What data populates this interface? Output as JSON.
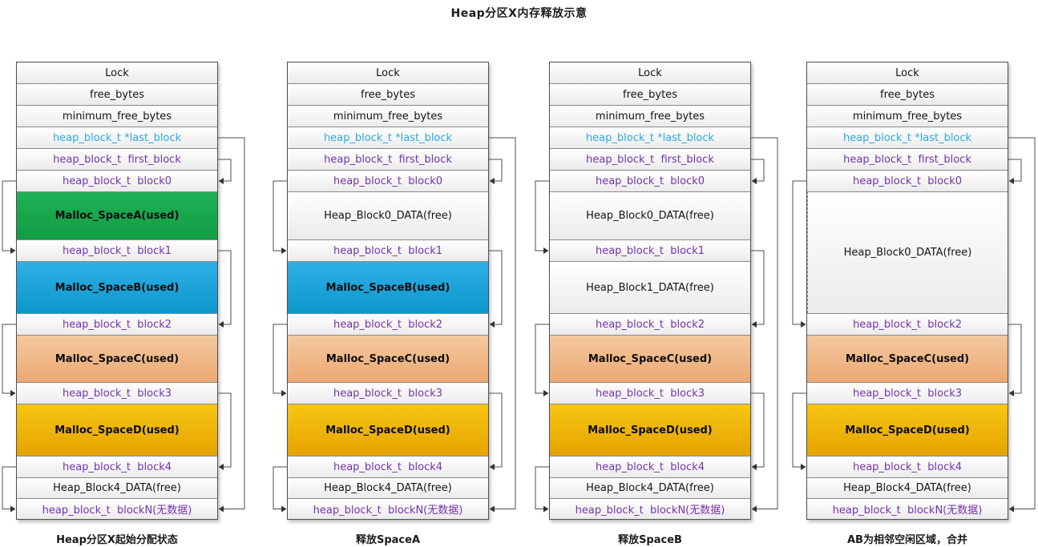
{
  "title": "Heap分区X内存释放示意",
  "colors": {
    "used_green": "#17A84E",
    "used_blue": "#1B9FD6",
    "used_tan": "#EFB184",
    "used_gold": "#EFB000",
    "pointer_purple": "#7533AD",
    "pointer_cyan": "#29ABE2",
    "arrow_gray": "#4d4d4d"
  },
  "columns": [
    {
      "caption": "Heap分区X起始分配状态",
      "rows": [
        {
          "label": "Lock",
          "style": "plain",
          "h": 26
        },
        {
          "label": "free_bytes",
          "style": "plain",
          "h": 26
        },
        {
          "label": "minimum_free_bytes",
          "style": "plain",
          "h": 26
        },
        {
          "label": "heap_block_t *last_block",
          "style": "cyan",
          "h": 26
        },
        {
          "label": "heap_block_t  first_block",
          "style": "purple",
          "h": 26
        },
        {
          "label": "heap_block_t  block0",
          "style": "purple",
          "h": 26
        },
        {
          "label": "Malloc_SpaceA(used)",
          "style": "green",
          "h": 59
        },
        {
          "label": "heap_block_t  block1",
          "style": "purple",
          "h": 26
        },
        {
          "label": "Malloc_SpaceB(used)",
          "style": "blue",
          "h": 64
        },
        {
          "label": "heap_block_t  block2",
          "style": "purple",
          "h": 26
        },
        {
          "label": "Malloc_SpaceC(used)",
          "style": "tan",
          "h": 58
        },
        {
          "label": "heap_block_t  block3",
          "style": "purple",
          "h": 26
        },
        {
          "label": "Malloc_SpaceD(used)",
          "style": "gold",
          "h": 64
        },
        {
          "label": "heap_block_t  block4",
          "style": "purple",
          "h": 26
        },
        {
          "label": "Heap_Block4_DATA(free)",
          "style": "free",
          "h": 25
        },
        {
          "label": "heap_block_t  blockN(无数据)",
          "style": "purple",
          "h": 25
        }
      ],
      "links": [
        {
          "from": 4,
          "to": 5,
          "side": "right",
          "off": 16
        },
        {
          "from": 5,
          "to": 7,
          "side": "left",
          "off": 17
        },
        {
          "from": 7,
          "to": 9,
          "side": "right",
          "off": 16
        },
        {
          "from": 9,
          "to": 11,
          "side": "left",
          "off": 17
        },
        {
          "from": 11,
          "to": 13,
          "side": "right",
          "off": 16
        },
        {
          "from": 13,
          "to": 15,
          "side": "left",
          "off": 17
        },
        {
          "from": 3,
          "to": 15,
          "side": "right",
          "off": 33
        }
      ]
    },
    {
      "caption": "释放SpaceA",
      "rows": [
        {
          "label": "Lock",
          "style": "plain",
          "h": 26
        },
        {
          "label": "free_bytes",
          "style": "plain",
          "h": 26
        },
        {
          "label": "minimum_free_bytes",
          "style": "plain",
          "h": 26
        },
        {
          "label": "heap_block_t *last_block",
          "style": "cyan",
          "h": 26
        },
        {
          "label": "heap_block_t  first_block",
          "style": "purple",
          "h": 26
        },
        {
          "label": "heap_block_t  block0",
          "style": "purple",
          "h": 26
        },
        {
          "label": "Heap_Block0_DATA(free)",
          "style": "free",
          "h": 59
        },
        {
          "label": "heap_block_t  block1",
          "style": "purple",
          "h": 26
        },
        {
          "label": "Malloc_SpaceB(used)",
          "style": "blue",
          "h": 64
        },
        {
          "label": "heap_block_t  block2",
          "style": "purple",
          "h": 26
        },
        {
          "label": "Malloc_SpaceC(used)",
          "style": "tan",
          "h": 58
        },
        {
          "label": "heap_block_t  block3",
          "style": "purple",
          "h": 26
        },
        {
          "label": "Malloc_SpaceD(used)",
          "style": "gold",
          "h": 64
        },
        {
          "label": "heap_block_t  block4",
          "style": "purple",
          "h": 26
        },
        {
          "label": "Heap_Block4_DATA(free)",
          "style": "free",
          "h": 25
        },
        {
          "label": "heap_block_t  blockN(无数据)",
          "style": "purple",
          "h": 25
        }
      ],
      "links": [
        {
          "from": 4,
          "to": 5,
          "side": "right",
          "off": 16
        },
        {
          "from": 5,
          "to": 7,
          "side": "left",
          "off": 17
        },
        {
          "from": 7,
          "to": 9,
          "side": "right",
          "off": 16
        },
        {
          "from": 9,
          "to": 11,
          "side": "left",
          "off": 17
        },
        {
          "from": 11,
          "to": 13,
          "side": "right",
          "off": 16
        },
        {
          "from": 13,
          "to": 15,
          "side": "left",
          "off": 17
        },
        {
          "from": 3,
          "to": 15,
          "side": "right",
          "off": 33
        }
      ]
    },
    {
      "caption": "释放SpaceB",
      "rows": [
        {
          "label": "Lock",
          "style": "plain",
          "h": 26
        },
        {
          "label": "free_bytes",
          "style": "plain",
          "h": 26
        },
        {
          "label": "minimum_free_bytes",
          "style": "plain",
          "h": 26
        },
        {
          "label": "heap_block_t *last_block",
          "style": "cyan",
          "h": 26
        },
        {
          "label": "heap_block_t  first_block",
          "style": "purple",
          "h": 26
        },
        {
          "label": "heap_block_t  block0",
          "style": "purple",
          "h": 26
        },
        {
          "label": "Heap_Block0_DATA(free)",
          "style": "free",
          "h": 59
        },
        {
          "label": "heap_block_t  block1",
          "style": "purple",
          "h": 26
        },
        {
          "label": "Heap_Block1_DATA(free)",
          "style": "free",
          "h": 64
        },
        {
          "label": "heap_block_t  block2",
          "style": "purple",
          "h": 26
        },
        {
          "label": "Malloc_SpaceC(used)",
          "style": "tan",
          "h": 58
        },
        {
          "label": "heap_block_t  block3",
          "style": "purple",
          "h": 26
        },
        {
          "label": "Malloc_SpaceD(used)",
          "style": "gold",
          "h": 64
        },
        {
          "label": "heap_block_t  block4",
          "style": "purple",
          "h": 26
        },
        {
          "label": "Heap_Block4_DATA(free)",
          "style": "free",
          "h": 25
        },
        {
          "label": "heap_block_t  blockN(无数据)",
          "style": "purple",
          "h": 25
        }
      ],
      "links": [
        {
          "from": 4,
          "to": 5,
          "side": "right",
          "off": 16
        },
        {
          "from": 5,
          "to": 7,
          "side": "left",
          "off": 17
        },
        {
          "from": 7,
          "to": 9,
          "side": "right",
          "off": 16
        },
        {
          "from": 9,
          "to": 11,
          "side": "left",
          "off": 17
        },
        {
          "from": 11,
          "to": 13,
          "side": "right",
          "off": 16
        },
        {
          "from": 13,
          "to": 15,
          "side": "left",
          "off": 17
        },
        {
          "from": 3,
          "to": 15,
          "side": "right",
          "off": 33
        }
      ]
    },
    {
      "caption": "AB为相邻空闲区域，合并",
      "rows": [
        {
          "label": "Lock",
          "style": "plain",
          "h": 26
        },
        {
          "label": "free_bytes",
          "style": "plain",
          "h": 26
        },
        {
          "label": "minimum_free_bytes",
          "style": "plain",
          "h": 26
        },
        {
          "label": "heap_block_t *last_block",
          "style": "cyan",
          "h": 26
        },
        {
          "label": "heap_block_t  first_block",
          "style": "purple",
          "h": 26
        },
        {
          "label": "heap_block_t  block0",
          "style": "purple",
          "h": 26
        },
        {
          "label": "Heap_Block0_DATA(free)",
          "style": "free",
          "h": 151,
          "dashed_left": true
        },
        {
          "label": "heap_block_t  block2",
          "style": "purple",
          "h": 26
        },
        {
          "label": "Malloc_SpaceC(used)",
          "style": "tan",
          "h": 58
        },
        {
          "label": "heap_block_t  block3",
          "style": "purple",
          "h": 26
        },
        {
          "label": "Malloc_SpaceD(used)",
          "style": "gold",
          "h": 64
        },
        {
          "label": "heap_block_t  block4",
          "style": "purple",
          "h": 26
        },
        {
          "label": "Heap_Block4_DATA(free)",
          "style": "free",
          "h": 25
        },
        {
          "label": "heap_block_t  blockN(无数据)",
          "style": "purple",
          "h": 25
        }
      ],
      "links": [
        {
          "from": 4,
          "to": 5,
          "side": "right",
          "off": 16
        },
        {
          "from": 5,
          "to": 7,
          "side": "left",
          "off": 17
        },
        {
          "from": 7,
          "to": 9,
          "side": "right",
          "off": 16
        },
        {
          "from": 9,
          "to": 11,
          "side": "left",
          "off": 17
        },
        {
          "from": 3,
          "to": 13,
          "side": "right",
          "off": 33
        }
      ]
    }
  ]
}
